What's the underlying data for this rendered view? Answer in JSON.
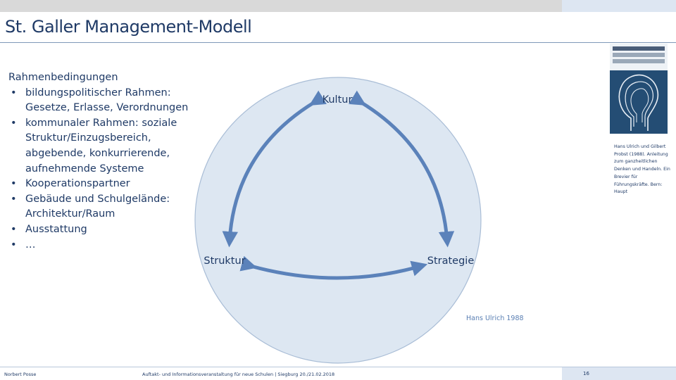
{
  "title": "St. Galler Management-Modell",
  "conditions": {
    "heading": "Rahmenbedingungen",
    "items": [
      "bildungspolitischer Rahmen: Gesetze, Erlasse, Verordnungen",
      "kommunaler Rahmen: soziale Struktur/Einzugsbereich, abgebende, konkurrierende, aufnehmende Systeme",
      "Kooperationspartner",
      "Gebäude und Schulgelände: Architektur/Raum",
      "Ausstattung",
      "…"
    ]
  },
  "diagram": {
    "kultur": "Kultur",
    "struktur": "Struktur",
    "strategie": "Strategie",
    "circle_fill": "#dde7f2",
    "circle_stroke": "#a9bdd6",
    "arrow_color": "#5b82ba"
  },
  "book": {
    "caption": "Hans Ulrich und Gilbert Probst (1988). Anleitung zum ganzheitlichen Denken und Handeln. Ein Brevier für Führungskräfte. Bern: Haupt"
  },
  "credit": "Hans Ulrich 1988",
  "footer": {
    "author": "Norbert Posse",
    "event": "Auftakt- und Informationsveranstaltung für neue Schulen | Siegburg 20./21.02.2018",
    "page": "16"
  }
}
